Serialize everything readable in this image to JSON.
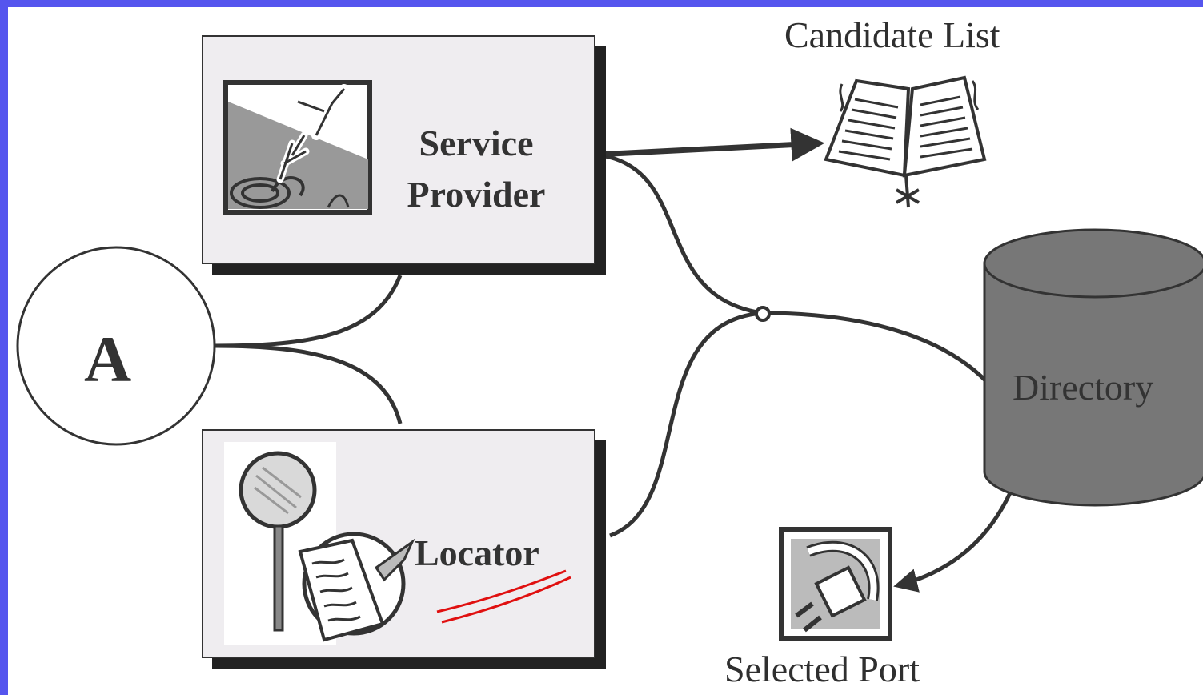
{
  "labels": {
    "service_provider_line1": "Service",
    "service_provider_line2": "Provider",
    "locator": "Locator",
    "agent": "A",
    "candidate_list": "Candidate List",
    "directory": "Directory",
    "selected_port": "Selected Port"
  },
  "colors": {
    "frame": "#5555ee",
    "background": "#ffffff",
    "box_fill": "#efedf0",
    "shadow": "#222222",
    "line": "#333333",
    "directory_fill": "#777777",
    "annotation": "#e01010"
  },
  "icons": {
    "service_provider": "hands-reaching-icon",
    "locator": "magnifier-document-icon",
    "candidate_list": "open-book-icon",
    "directory": "database-cylinder-icon",
    "selected_port": "plug-icon"
  }
}
